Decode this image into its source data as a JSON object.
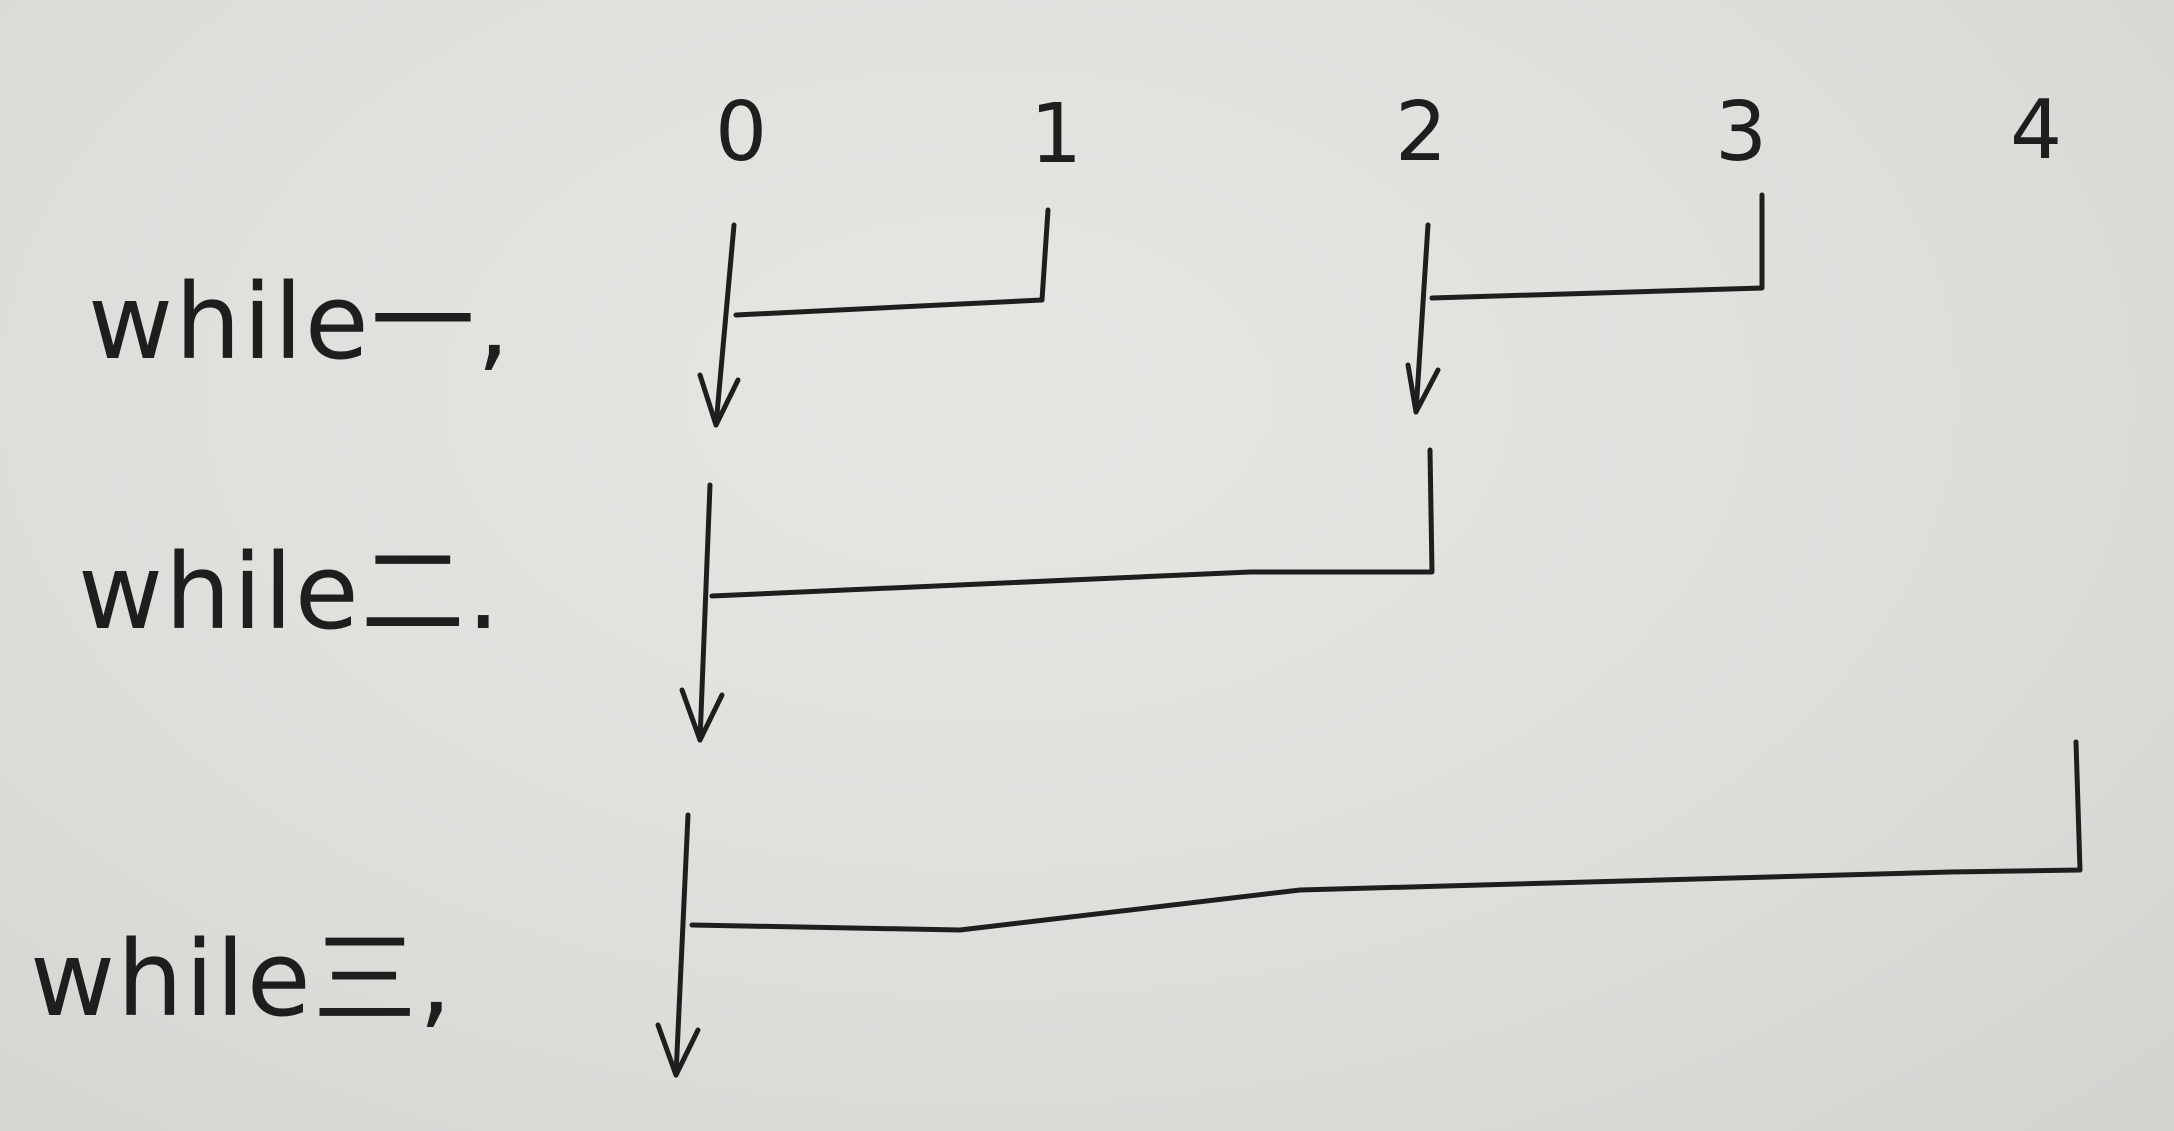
{
  "indices": [
    "0",
    "1",
    "2",
    "3",
    "4"
  ],
  "rows": [
    {
      "label": "while一,"
    },
    {
      "label": "while二."
    },
    {
      "label": "while三,"
    }
  ],
  "colors": {
    "ink": "#1e1e1e",
    "paper": "#dcdcd9"
  }
}
